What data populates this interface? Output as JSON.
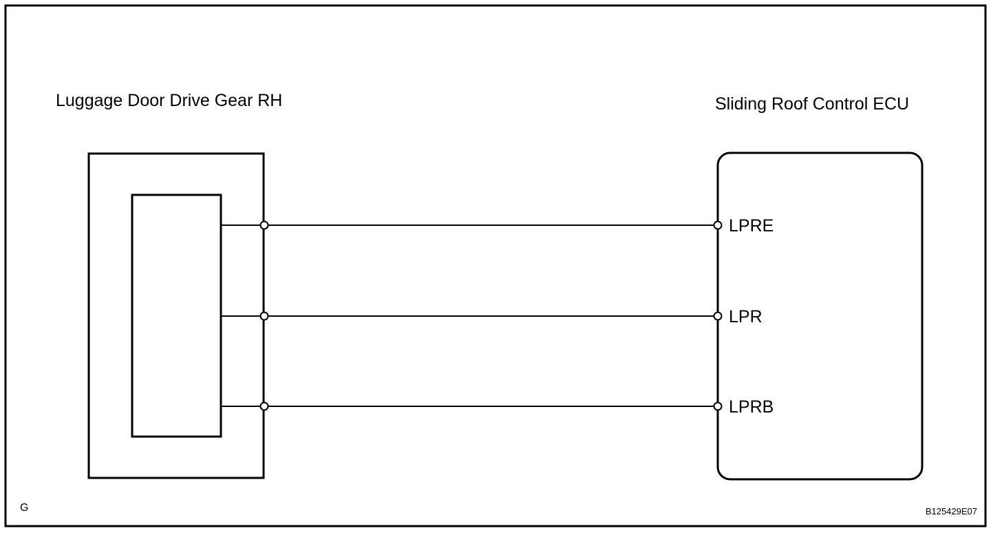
{
  "components": {
    "left": {
      "name": "Luggage Door Drive Gear RH"
    },
    "right": {
      "name": "Sliding Roof Control ECU"
    }
  },
  "wires": [
    {
      "pin": "LPRE"
    },
    {
      "pin": "LPR"
    },
    {
      "pin": "LPRB"
    }
  ],
  "footer": {
    "corner_mark": "G",
    "figure_code": "B125429E07"
  },
  "colors": {
    "line": "#000000",
    "background": "#ffffff"
  }
}
